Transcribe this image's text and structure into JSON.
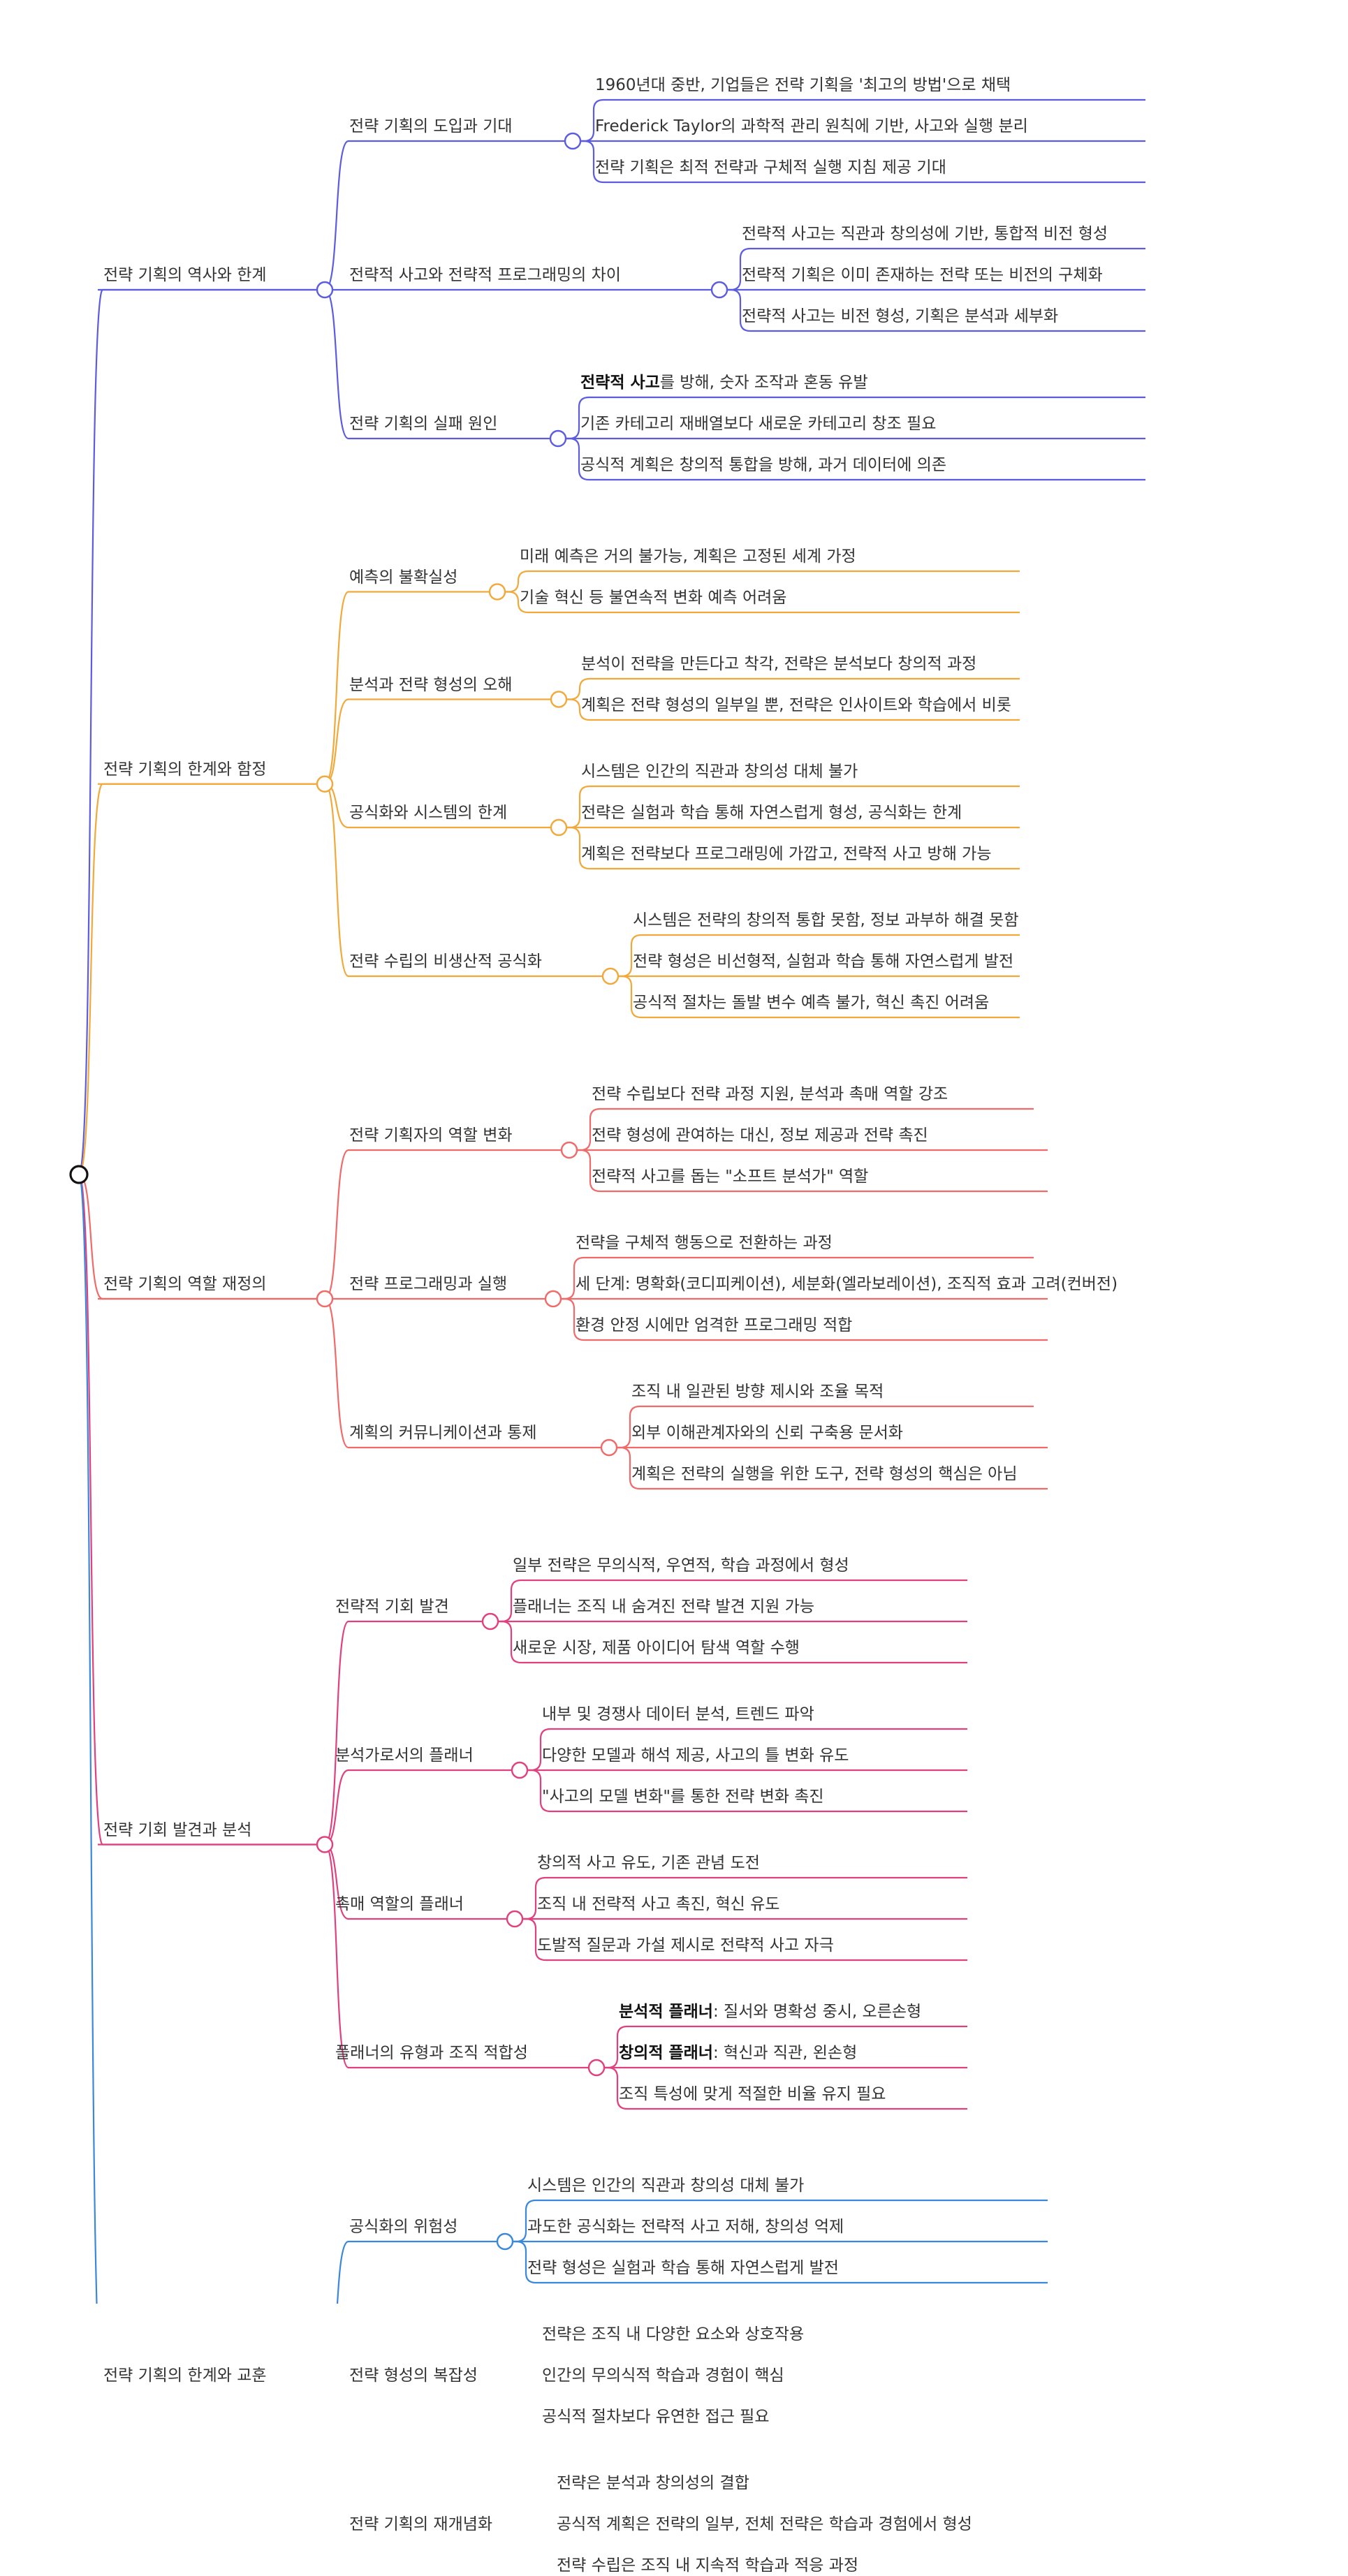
{
  "root": {
    "label": ""
  },
  "branches": [
    {
      "label": "전략 기획의 역사와 한계",
      "color": "#5b5ce0",
      "children": [
        {
          "label": "전략 기획의 도입과 기대",
          "leaves": [
            {
              "text": "1960년대 중반, 기업들은 전략 기획을 '최고의 방법'으로 채택"
            },
            {
              "text": "Frederick Taylor의 과학적 관리 원칙에 기반, 사고와 실행 분리"
            },
            {
              "text": "전략 기획은 최적 전략과 구체적 실행 지침 제공 기대"
            }
          ]
        },
        {
          "label": "전략적 사고와 전략적 프로그래밍의 차이",
          "leaves": [
            {
              "text": "전략적 사고는 직관과 창의성에 기반, 통합적 비전 형성"
            },
            {
              "text": "전략적 기획은 이미 존재하는 전략 또는 비전의 구체화"
            },
            {
              "text": "전략적 사고는 비전 형성, 기획은 분석과 세부화"
            }
          ]
        },
        {
          "label": "전략 기획의 실패 원인",
          "leaves": [
            {
              "bold": "전략적 사고",
              "text": "를 방해, 숫자 조작과 혼동 유발"
            },
            {
              "text": "기존 카테고리 재배열보다 새로운 카테고리 창조 필요"
            },
            {
              "text": "공식적 계획은 창의적 통합을 방해, 과거 데이터에 의존"
            }
          ]
        }
      ]
    },
    {
      "label": "전략 기획의 한계와 함정",
      "color": "#f2a93b",
      "children": [
        {
          "label": "예측의 불확실성",
          "leaves": [
            {
              "text": "미래 예측은 거의 불가능, 계획은 고정된 세계 가정"
            },
            {
              "text": "기술 혁신 등 불연속적 변화 예측 어려움"
            }
          ]
        },
        {
          "label": "분석과 전략 형성의 오해",
          "leaves": [
            {
              "text": "분석이 전략을 만든다고 착각, 전략은 분석보다 창의적 과정"
            },
            {
              "text": "계획은 전략 형성의 일부일 뿐, 전략은 인사이트와 학습에서 비롯"
            }
          ]
        },
        {
          "label": "공식화와 시스템의 한계",
          "leaves": [
            {
              "text": "시스템은 인간의 직관과 창의성 대체 불가"
            },
            {
              "text": "전략은 실험과 학습 통해 자연스럽게 형성, 공식화는 한계"
            },
            {
              "text": "계획은 전략보다 프로그래밍에 가깝고, 전략적 사고 방해 가능"
            }
          ]
        },
        {
          "label": "전략 수립의 비생산적 공식화",
          "leaves": [
            {
              "text": "시스템은 전략의 창의적 통합 못함, 정보 과부하 해결 못함"
            },
            {
              "text": "전략 형성은 비선형적, 실험과 학습 통해 자연스럽게 발전"
            },
            {
              "text": "공식적 절차는 돌발 변수 예측 불가, 혁신 촉진 어려움"
            }
          ]
        }
      ]
    },
    {
      "label": "전략 기획의 역할 재정의",
      "color": "#f06a6a",
      "children": [
        {
          "label": "전략 기획자의 역할 변화",
          "leaves": [
            {
              "text": "전략 수립보다 전략 과정 지원, 분석과 촉매 역할 강조"
            },
            {
              "text": "전략 형성에 관여하는 대신, 정보 제공과 전략 촉진"
            },
            {
              "text": "전략적 사고를 돕는 \"소프트 분석가\" 역할"
            }
          ]
        },
        {
          "label": "전략 프로그래밍과 실행",
          "leaves": [
            {
              "text": "전략을 구체적 행동으로 전환하는 과정"
            },
            {
              "text": "세 단계: 명확화(코디피케이션), 세분화(엘라보레이션), 조직적 효과 고려(컨버전)"
            },
            {
              "text": "환경 안정 시에만 엄격한 프로그래밍 적합"
            }
          ]
        },
        {
          "label": "계획의 커뮤니케이션과 통제",
          "leaves": [
            {
              "text": "조직 내 일관된 방향 제시와 조율 목적"
            },
            {
              "text": "외부 이해관계자와의 신뢰 구축용 문서화"
            },
            {
              "text": "계획은 전략의 실행을 위한 도구, 전략 형성의 핵심은 아님"
            }
          ]
        }
      ]
    },
    {
      "label": "전략 기회 발견과 분석",
      "color": "#e0407e",
      "children": [
        {
          "label": "전략적 기회 발견",
          "leaves": [
            {
              "text": "일부 전략은 무의식적, 우연적, 학습 과정에서 형성"
            },
            {
              "text": "플래너는 조직 내 숨겨진 전략 발견 지원 가능"
            },
            {
              "text": "새로운 시장, 제품 아이디어 탐색 역할 수행"
            }
          ]
        },
        {
          "label": "분석가로서의 플래너",
          "leaves": [
            {
              "text": "내부 및 경쟁사 데이터 분석, 트렌드 파악"
            },
            {
              "text": "다양한 모델과 해석 제공, 사고의 틀 변화 유도"
            },
            {
              "text": "\"사고의 모델 변화\"를 통한 전략 변화 촉진"
            }
          ]
        },
        {
          "label": "촉매 역할의 플래너",
          "leaves": [
            {
              "text": "창의적 사고 유도, 기존 관념 도전"
            },
            {
              "text": "조직 내 전략적 사고 촉진, 혁신 유도"
            },
            {
              "text": "도발적 질문과 가설 제시로 전략적 사고 자극"
            }
          ]
        },
        {
          "label": "플래너의 유형과 조직 적합성",
          "leaves": [
            {
              "bold": "분석적 플래너",
              "text": ": 질서와 명확성 중시, 오른손형"
            },
            {
              "bold": "창의적 플래너",
              "text": ": 혁신과 직관, 왼손형"
            },
            {
              "text": "조직 특성에 맞게 적절한 비율 유지 필요"
            }
          ]
        }
      ]
    },
    {
      "label": "전략 기획의 한계와 교훈",
      "color": "#3a87dc",
      "children": [
        {
          "label": "공식화의 위험성",
          "leaves": [
            {
              "text": "시스템은 인간의 직관과 창의성 대체 불가"
            },
            {
              "text": "과도한 공식화는 전략적 사고 저해, 창의성 억제"
            },
            {
              "text": "전략 형성은 실험과 학습 통해 자연스럽게 발전"
            }
          ]
        },
        {
          "label": "전략 형성의 복잡성",
          "leaves": [
            {
              "text": "전략은 조직 내 다양한 요소와 상호작용"
            },
            {
              "text": "인간의 무의식적 학습과 경험이 핵심"
            },
            {
              "text": "공식적 절차보다 유연한 접근 필요"
            }
          ]
        },
        {
          "label": "전략 기획의 재개념화",
          "leaves": [
            {
              "text": "전략은 분석과 창의성의 결합"
            },
            {
              "text": "공식적 계획은 전략의 일부, 전체 전략은 학습과 경험에서 형성"
            },
            {
              "text": "전략 수립은 조직 내 지속적 학습과 적응 과정"
            }
          ]
        }
      ]
    }
  ]
}
